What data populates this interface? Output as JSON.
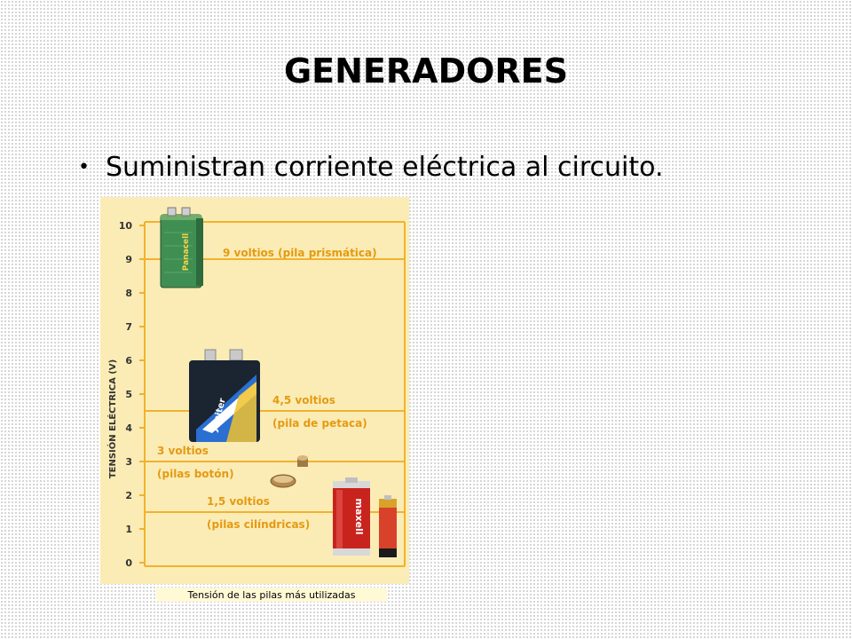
{
  "slide": {
    "title": "GENERADORES",
    "bullet": "Suministran corriente eléctrica al circuito."
  },
  "figure": {
    "caption": "Tensión de las pilas más utilizadas",
    "battery_brands": [
      "Panacell",
      "Jupiter",
      "maxell"
    ]
  },
  "chart_data": {
    "type": "bar",
    "ylabel": "TENSIÓN ELÉCTRICA (V)",
    "ylim": [
      0,
      10
    ],
    "yticks": [
      0,
      1,
      2,
      3,
      4,
      5,
      6,
      7,
      8,
      9,
      10
    ],
    "grid": false,
    "series": [
      {
        "value": 9,
        "label_line1": "9 voltios (pila prismática)",
        "label_line2": ""
      },
      {
        "value": 4.5,
        "label_line1": "4,5 voltios",
        "label_line2": "(pila de petaca)"
      },
      {
        "value": 3,
        "label_line1": "3 voltios",
        "label_line2": "(pilas botón)"
      },
      {
        "value": 1.5,
        "label_line1": "1,5 voltios",
        "label_line2": "(pilas cilíndricas)"
      }
    ],
    "colors": {
      "panel": "#fbecb6",
      "line": "#f0b22e",
      "label": "#e59a12"
    }
  }
}
